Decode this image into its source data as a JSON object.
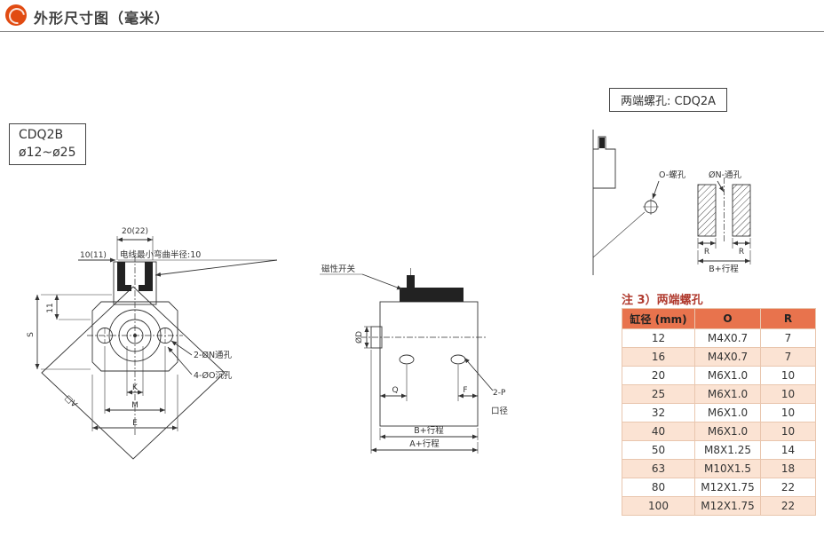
{
  "header": {
    "title": "外形尺寸图（毫米）",
    "logo": "brand-badge"
  },
  "model_box": {
    "line1": "CDQ2B",
    "line2": "ø12~ø25"
  },
  "end_box": {
    "label": "两端螺孔: CDQ2A"
  },
  "front_view": {
    "dim_20": "20(22)",
    "dim_10": "10(11)",
    "wire_note": "电线最小弯曲半径:10",
    "dim_s": "S",
    "dim_11": "11",
    "dim_v": "□V",
    "label_through_holes": "2-ØN通孔",
    "label_counterbore": "4-ØO沉孔",
    "dim_k": "K",
    "dim_m": "M",
    "dim_e": "E"
  },
  "side_view": {
    "switch_label": "磁性开关",
    "dim_d": "ØD",
    "dim_q": "Q",
    "dim_f": "F",
    "port_line1": "2-P",
    "port_line2": "口径",
    "dim_b_stroke": "B+行程",
    "dim_a_stroke": "A+行程"
  },
  "end_view": {
    "label_o_thread": "O-螺孔",
    "label_n_hole": "ØN-通孔",
    "dim_r_left": "R",
    "dim_r_right": "R",
    "dim_b_stroke": "B+行程"
  },
  "note": {
    "heading": "注 3）两端螺孔"
  },
  "table": {
    "headers": [
      "缸径 (mm)",
      "O",
      "R"
    ],
    "rows": [
      [
        "12",
        "M4X0.7",
        "7"
      ],
      [
        "16",
        "M4X0.7",
        "7"
      ],
      [
        "20",
        "M6X1.0",
        "10"
      ],
      [
        "25",
        "M6X1.0",
        "10"
      ],
      [
        "32",
        "M6X1.0",
        "10"
      ],
      [
        "40",
        "M6X1.0",
        "10"
      ],
      [
        "50",
        "M8X1.25",
        "14"
      ],
      [
        "63",
        "M10X1.5",
        "18"
      ],
      [
        "80",
        "M12X1.75",
        "22"
      ],
      [
        "100",
        "M12X1.75",
        "22"
      ]
    ]
  },
  "colors": {
    "accent": "#e14b12",
    "table-header": "#e8734d",
    "table-row-alt": "#fbe3d3",
    "note-heading": "#b03a2e",
    "line": "#333333"
  }
}
